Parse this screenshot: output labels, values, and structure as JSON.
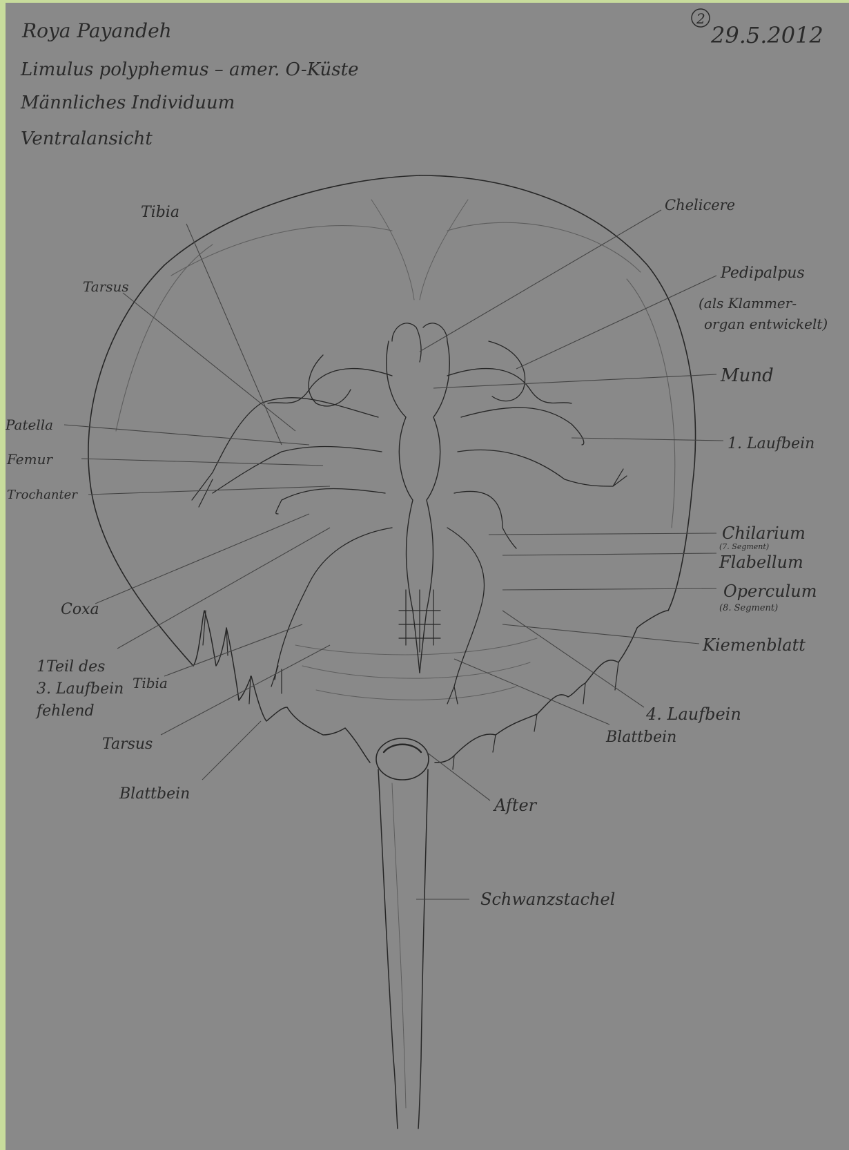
{
  "header": {
    "author": "Roya Payandeh",
    "species": "Limulus polyphemus – amer. O-Küste",
    "individual": "Männliches Individuum",
    "view": "Ventralansicht",
    "page_number": "2",
    "date": "29.5.2012"
  },
  "labels": {
    "tibia_top": "Tibia",
    "tarsus_top": "Tarsus",
    "patella": "Patella",
    "femur": "Femur",
    "trochanter": "Trochanter",
    "coxa": "Coxa",
    "missing_leg_1": "1Teil des",
    "missing_leg_2": "3. Laufbein",
    "missing_leg_3": "fehlend",
    "tibia_bottom": "Tibia",
    "tarsus_bottom": "Tarsus",
    "blattbein_left": "Blattbein",
    "chelicere": "Chelicere",
    "pedipalpus": "Pedipalpus",
    "pedipalpus_note_1": "(als Klammer-",
    "pedipalpus_note_2": "organ entwickelt)",
    "mund": "Mund",
    "laufbein_1": "1. Laufbein",
    "chilarium": "Chilarium",
    "chilarium_note": "(7. Segment)",
    "flabellum": "Flabellum",
    "operculum": "Operculum",
    "operculum_note": "(8. Segment)",
    "kiemenblatt": "Kiemenblatt",
    "laufbein_4": "4. Laufbein",
    "blattbein_right": "Blattbein",
    "after": "After",
    "schwanzstachel": "Schwanzstachel"
  }
}
